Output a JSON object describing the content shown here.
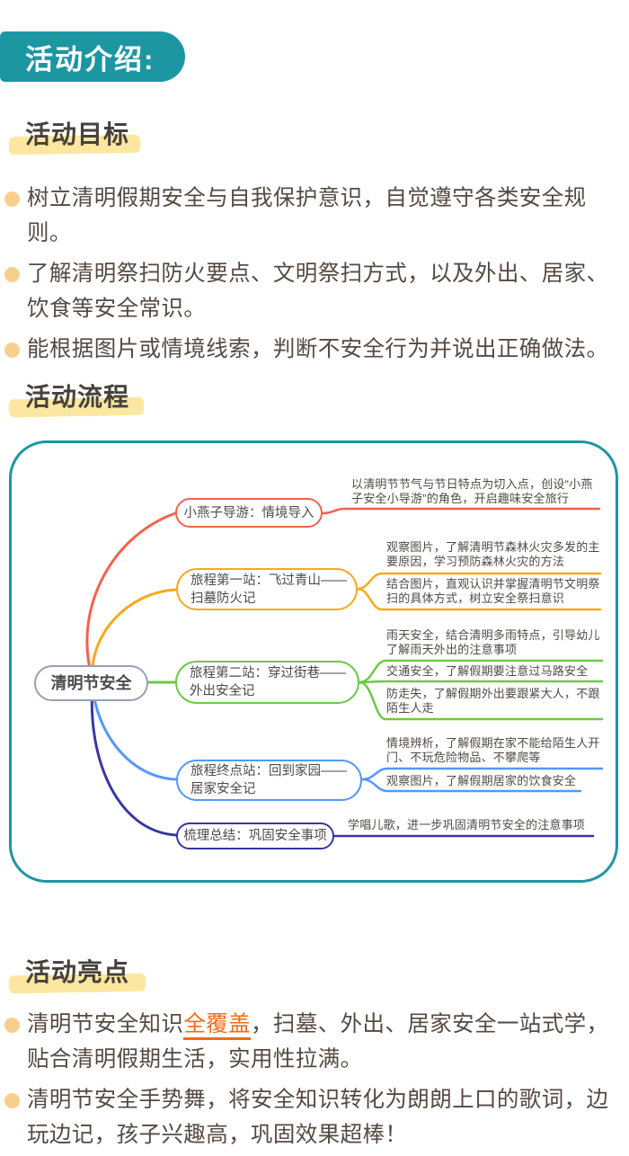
{
  "badge": {
    "label": "活动介绍:"
  },
  "colors": {
    "teal": "#1C97A2",
    "highlight_bar": "#FBE7A0",
    "bullet_dot": "#F7CF8D",
    "mark_orange": "#F06A1D"
  },
  "sections": {
    "goals": {
      "title": "活动目标",
      "items": [
        "树立清明假期安全与自我保护意识，自觉遵守各类安全规则。",
        "了解清明祭扫防火要点、文明祭扫方式，以及外出、居家、\n饮食等安全常识。",
        "能根据图片或情境线索，判断不安全行为并说出正确做法。"
      ]
    },
    "flow": {
      "title": "活动流程"
    },
    "highlights": {
      "title": "活动亮点",
      "items": [
        {
          "pre": "清明节安全知识",
          "mark": "全覆盖",
          "post": "，扫墓、外出、居家安全一站式学，\n贴合清明假期生活，实用性拉满。"
        },
        {
          "text": "清明节安全手势舞，将安全知识转化为朗朗上口的歌词，边\n玩边记，孩子兴趣高，巩固效果超棒！"
        }
      ]
    }
  },
  "mindmap": {
    "center": "清明节安全",
    "branches": [
      {
        "label": "小燕子导游：情境导入",
        "color": "#F4614E",
        "leaves": [
          "以清明节节气与节日特点为切入点，创设“小燕\n子安全小导游”的角色，开启趣味安全旅行"
        ]
      },
      {
        "label": "旅程第一站：飞过青山——\n扫墓防火记",
        "color": "#F8A81F",
        "leaves": [
          "观察图片，了解清明节森林火灾多发的主\n要原因，学习预防森林火灾的方法",
          "结合图片，直观认识并掌握清明节文明祭\n扫的具体方式，树立安全祭扫意识"
        ]
      },
      {
        "label": "旅程第二站：穿过街巷——\n外出安全记",
        "color": "#6CC948",
        "leaves": [
          "雨天安全，结合清明多雨特点，引导幼儿\n了解雨天外出的注意事项",
          "交通安全，了解假期要注意过马路安全",
          "防走失，了解假期外出要跟紧大人，不跟\n陌生人走"
        ]
      },
      {
        "label": "旅程终点站：回到家园——\n居家安全记",
        "color": "#5598F7",
        "leaves": [
          "情境辨析，了解假期在家不能给陌生人开\n门、不玩危险物品、不攀爬等",
          "观察图片，了解假期居家的饮食安全"
        ]
      },
      {
        "label": "梳理总结：巩固安全事项",
        "color": "#3937A0",
        "leaves": [
          "学唱儿歌，进一步巩固清明节安全的注意事项"
        ]
      }
    ]
  }
}
